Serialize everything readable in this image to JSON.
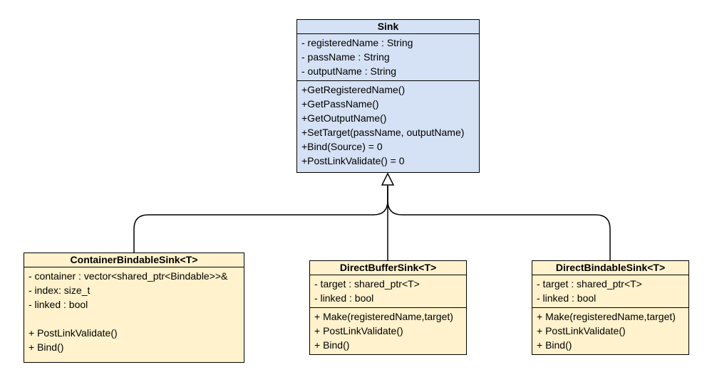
{
  "classes": {
    "sink": {
      "title": "Sink",
      "fill": "#d5e1f4",
      "attributes": [
        "- registeredName : String",
        "- passName : String",
        "- outputName : String"
      ],
      "methods": [
        "+GetRegisteredName()",
        "+GetPassName()",
        "+GetOutputName()",
        "+SetTarget(passName, outputName)",
        "+Bind(Source) = 0",
        "+PostLinkValidate() = 0"
      ]
    },
    "container": {
      "title": "ContainerBindableSink<T>",
      "fill": "#fff2cc",
      "attributes": [
        "- container : vector<shared_ptr<Bindable>>&",
        "- index: size_t",
        "- linked : bool"
      ],
      "methods": [
        "+ PostLinkValidate()",
        "+ Bind()"
      ]
    },
    "buffer": {
      "title": "DirectBufferSink<T>",
      "fill": "#fff2cc",
      "attributes": [
        "- target : shared_ptr<T>",
        "- linked : bool"
      ],
      "methods": [
        "+ Make(registeredName,target)",
        "+ PostLinkValidate()",
        "+ Bind()"
      ]
    },
    "bindable": {
      "title": "DirectBindableSink<T>",
      "fill": "#fff2cc",
      "attributes": [
        "- target : shared_ptr<T>",
        "- linked : bool"
      ],
      "methods": [
        "+ Make(registeredName,target)",
        "+ PostLinkValidate()",
        "+ Bind()"
      ]
    }
  }
}
